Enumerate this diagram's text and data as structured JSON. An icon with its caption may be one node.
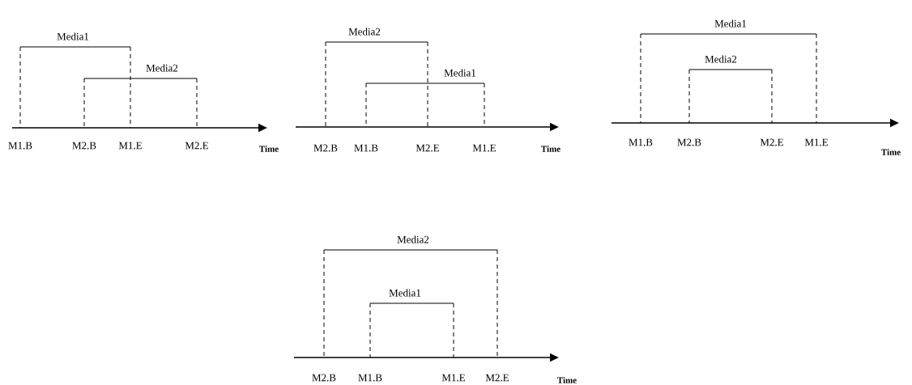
{
  "diagram": {
    "labels": [
      "Media1",
      "Media2",
      "M1.B",
      "M2.B",
      "M1.E",
      "M2.E",
      "Time",
      "Media2",
      "Media1",
      "M2.B",
      "M1.B",
      "M2.E",
      "M1.E",
      "Time",
      "Media1",
      "Media2",
      "M1.B",
      "M2.B",
      "M2.E",
      "M1.E",
      "Time",
      "Media2",
      "Media1",
      "M2.B",
      "M1.B",
      "M1.E",
      "M2.E",
      "Time"
    ]
  }
}
